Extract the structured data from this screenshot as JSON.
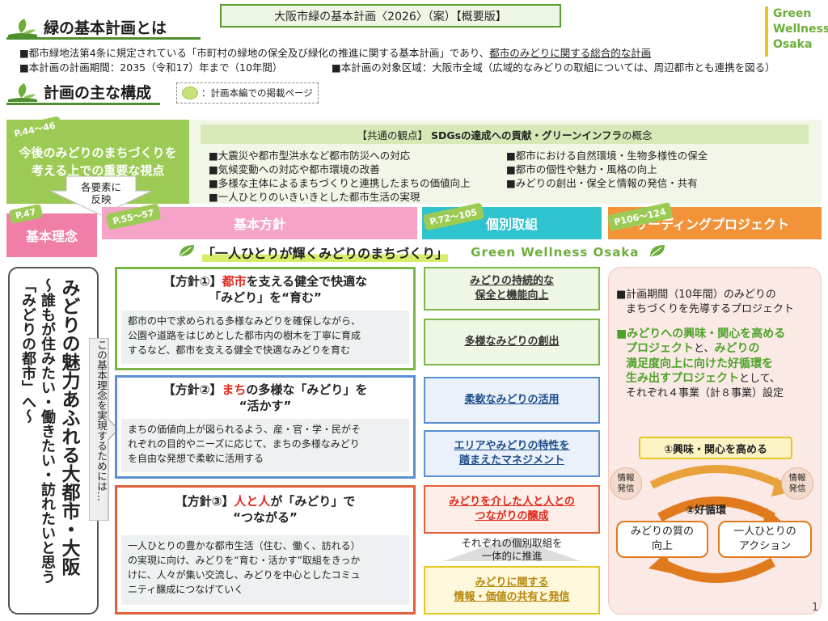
{
  "header": {
    "title_box": "大阪市緑の基本計画〈2026〉（案）【概要版】",
    "section1_title": "緑の基本計画とは",
    "section2_title": "計画の主な構成",
    "legend_note": "：計画本編での掲載ページ",
    "brand_logo": [
      "Green",
      "Wellness",
      "Osaka"
    ]
  },
  "intro": {
    "line1_prefix": "■都市緑地法第4条に規定されている「市町村の緑地の保全及び緑化の推進に関する基本計画」であり、",
    "line1_link": "都市のみどりに関する総合的な計画",
    "line2a": "■本計画の計画期間：2035（令和17）年まで（10年間）",
    "line2b": "■本計画の対象区域：大阪市全域（広域的なみどりの取組については、周辺都市とも連携を図る）"
  },
  "viewpoints": {
    "page_ref": "P.44～46",
    "title_line1": "今後のみどりのまちづくりを",
    "title_line2": "考える上での重要な視点",
    "common_prefix": "【共通の観点】",
    "common_bold": "SDGsの達成への貢献・グリーンインフラ",
    "common_suffix": "の概念",
    "items_left": [
      "■大震災や都市型洪水など都市防災への対応",
      "■気候変動への対応や都市環境の改善",
      "■多様な主体によるまちづくりと連携したまちの価値向上",
      "■一人ひとりのいきいきとした都市生活の実現"
    ],
    "items_right": [
      "■都市における自然環境・生物多様性の保全",
      "■都市の個性や魅力・風格の向上",
      "■みどりの創出・保全と情報の発信・共有"
    ],
    "reflect_line1": "各要素に",
    "reflect_line2": "反映"
  },
  "columns": {
    "rinen": {
      "label": "基本理念",
      "page": "P.47"
    },
    "houshin": {
      "label": "基本方針",
      "page": "P.55～57"
    },
    "kobetsu": {
      "label": "個別取組",
      "page": "P.72～105"
    },
    "leading": {
      "label": "リーディングプロジェクト",
      "page": "P106～124"
    }
  },
  "slogan": {
    "main": "「一人ひとりが輝くみどりのまちづくり」",
    "english": "Green Wellness Osaka"
  },
  "philosophy": {
    "main": "みどりの魅力あふれる大都市・大阪",
    "sub": "～誰もが住みたい・働きたい・訪れたいと思う「みどりの都市」へ～",
    "connector": "この基本理念を実現するためには…"
  },
  "policies": [
    {
      "prefix": "【方針①】",
      "highlight": "都市",
      "title_rest1": "を支える健全で快適な",
      "title_line2": "「みどり」を“育む”",
      "body": [
        "都市の中で求められる多様なみどりを確保しながら、",
        "公園や道路をはじめとした都市内の樹木を丁寧に育成",
        "するなど、都市を支える健全で快適なみどりを育む"
      ]
    },
    {
      "prefix": "【方針②】",
      "highlight": "まち",
      "title_rest1": "の多様な「みどり」を",
      "title_line2": "“活かす”",
      "body": [
        "まちの価値向上が図られるよう、産・官・学・民がそ",
        "れぞれの目的やニーズに応じて、まちの多様なみどり",
        "を自由な発想で柔軟に活用する"
      ]
    },
    {
      "prefix": "【方針③】",
      "highlight": "人と人",
      "title_rest1": "が「みどり」で",
      "title_line2": "“つながる”",
      "body": [
        "一人ひとりの豊かな都市生活（住む、働く、訪れる）",
        "の実現に向け、みどりを“育む・活かす”取組をきっか",
        "けに、人々が集い交流し、みどりを中心としたコミュ",
        "ニティ醸成につなげていく"
      ]
    }
  ],
  "actions": {
    "a1": [
      "みどりの持続的な",
      "保全と機能向上"
    ],
    "a2": "多様なみどりの創出",
    "a3": "柔軟なみどりの活用",
    "a4": [
      "エリアやみどりの特性を",
      "踏まえたマネジメント"
    ],
    "a5": [
      "みどりを介した人と人との",
      "つながりの醸成"
    ],
    "unify": [
      "それぞれの個別取組を",
      "一体的に推進"
    ],
    "a6": [
      "みどりに関する",
      "情報・価値の共有と発信"
    ]
  },
  "leading_project": {
    "p1": [
      "■計画期間（10年間）のみどりの",
      "まちづくりを先導するプロジェクト"
    ],
    "p2_green1": "■みどりへの興味・関心を高める",
    "p2_green2": "プロジェクト",
    "p2_black2": "と、",
    "p2_green3": "みどりの",
    "p2_green4": "満足度向上に向けた好循環を",
    "p2_green5": "生み出すプロジェクト",
    "p2_black5": "として、",
    "p2_black6": "それぞれ４事業（計８事業）設定",
    "interest": "①興味・関心を高める",
    "cycle_label": "②好循環",
    "info_left": [
      "情報",
      "発信"
    ],
    "info_right": [
      "情報",
      "発信"
    ],
    "quality": [
      "みどりの質の",
      "向上"
    ],
    "personal": [
      "一人ひとりの",
      "アクション"
    ]
  },
  "page_number": "1"
}
